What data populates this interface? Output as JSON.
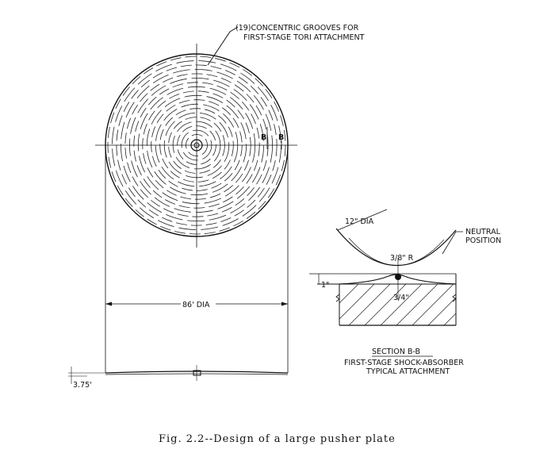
{
  "labels": {
    "grooves_line1": "(19)CONCENTRIC GROOVES FOR",
    "grooves_line2": "FIRST-STAGE TORI ATTACHMENT",
    "section_mark": "B",
    "diameter": "86' DIA",
    "thickness": "3.75'",
    "torus_dia": "12\" DIA",
    "neutral_line1": "NEUTRAL",
    "neutral_line2": "POSITION",
    "radius": "3/8\" R",
    "depth": "1\"",
    "width": "3/4\"",
    "section_title": "SECTION B-B",
    "section_sub1": "FIRST-STAGE SHOCK-ABSORBER",
    "section_sub2": "TYPICAL ATTACHMENT"
  },
  "caption": "Fig. 2.2--Design of a large pusher plate",
  "groove_count": 19
}
